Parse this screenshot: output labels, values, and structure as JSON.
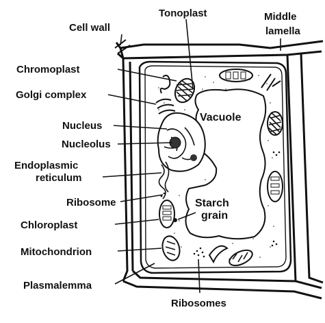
{
  "labels": {
    "cell_wall": "Cell wall",
    "tonoplast": "Tonoplast",
    "middle": "Middle",
    "lamella": "lamella",
    "chromoplast": "Chromoplast",
    "golgi": "Golgi complex",
    "nucleus": "Nucleus",
    "nucleolus": "Nucleolus",
    "er_line1": "Endoplasmic",
    "er_line2": "reticulum",
    "ribosome": "Ribosome",
    "chloroplast": "Chloroplast",
    "mitochondrion": "Mitochondrion",
    "plasmalemma": "Plasmalemma",
    "ribosomes": "Ribosomes",
    "vacuole": "Vacuole",
    "starch1": "Starch",
    "starch2": "grain"
  }
}
